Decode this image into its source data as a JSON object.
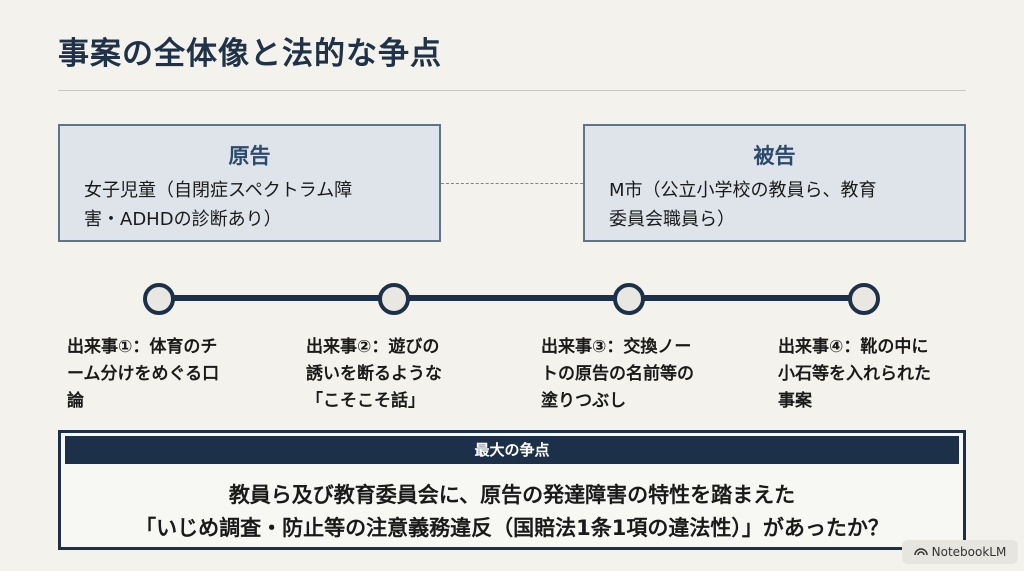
{
  "title": "事案の全体像と法的な争点",
  "plaintiff": {
    "heading": "原告",
    "line1": "女子児童（自閉症スペクトラム障",
    "line2": "害・ADHDの診断あり）"
  },
  "defendant": {
    "heading": "被告",
    "line1": "M市（公立小学校の教員ら、教育",
    "line2": "委員会職員ら）"
  },
  "events": [
    {
      "lines": [
        "出来事①：体育のチ",
        "ーム分けをめぐる口",
        "論"
      ]
    },
    {
      "lines": [
        "出来事②：遊びの",
        "誘いを断るような",
        "「こそこそ話」"
      ]
    },
    {
      "lines": [
        "出来事③：交換ノー",
        "トの原告の名前等の",
        "塗りつぶし"
      ]
    },
    {
      "lines": [
        "出来事④：靴の中に",
        "小石等を入れられた",
        "事案"
      ]
    }
  ],
  "issue": {
    "heading": "最大の争点",
    "line1": "教員ら及び教育委員会に、原告の発達障害の特性を踏まえた",
    "line2": "「いじめ調査・防止等の注意義務違反（国賠法1条1項の違法性）」があったか？"
  },
  "badge": {
    "icon": "notebooklm-icon",
    "label": "NotebookLM"
  }
}
